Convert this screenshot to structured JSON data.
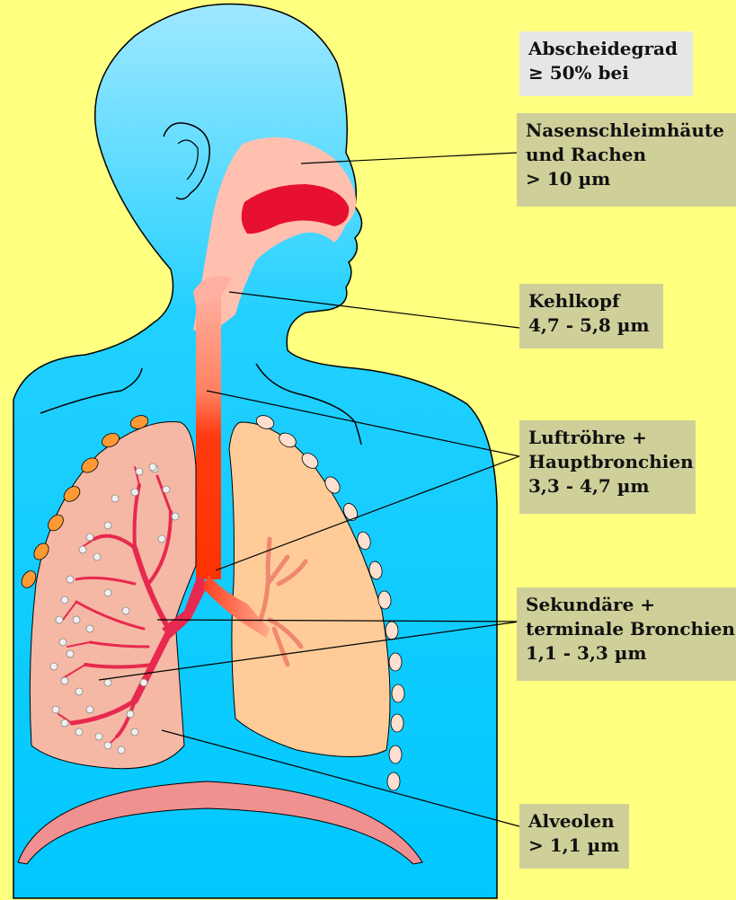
{
  "header": {
    "line1": "Abscheidegrad",
    "line2": "≥ 50%  bei"
  },
  "labels": [
    {
      "id": "nasal",
      "lines": [
        "Nasenschleimhäute",
        "und Rachen",
        "> 10 µm"
      ]
    },
    {
      "id": "larynx",
      "lines": [
        "Kehlkopf",
        "4,7 - 5,8 µm"
      ]
    },
    {
      "id": "trachea",
      "lines": [
        "Luftröhre +",
        "Hauptbronchien",
        "3,3 - 4,7 µm"
      ]
    },
    {
      "id": "bronchi",
      "lines": [
        "Sekundäre +",
        "terminale Bronchien",
        "1,1 - 3,3 µm"
      ]
    },
    {
      "id": "alveoli",
      "lines": [
        "Alveolen",
        "> 1,1 µm"
      ]
    }
  ],
  "colors": {
    "background": "#ffff80",
    "body": "#00ccff",
    "lung_left": "#f5b8a5",
    "lung_right": "#ffcc99",
    "airway": "#ff3300",
    "nasal": "#ffc0b0",
    "bronchi": "#e8294f"
  }
}
